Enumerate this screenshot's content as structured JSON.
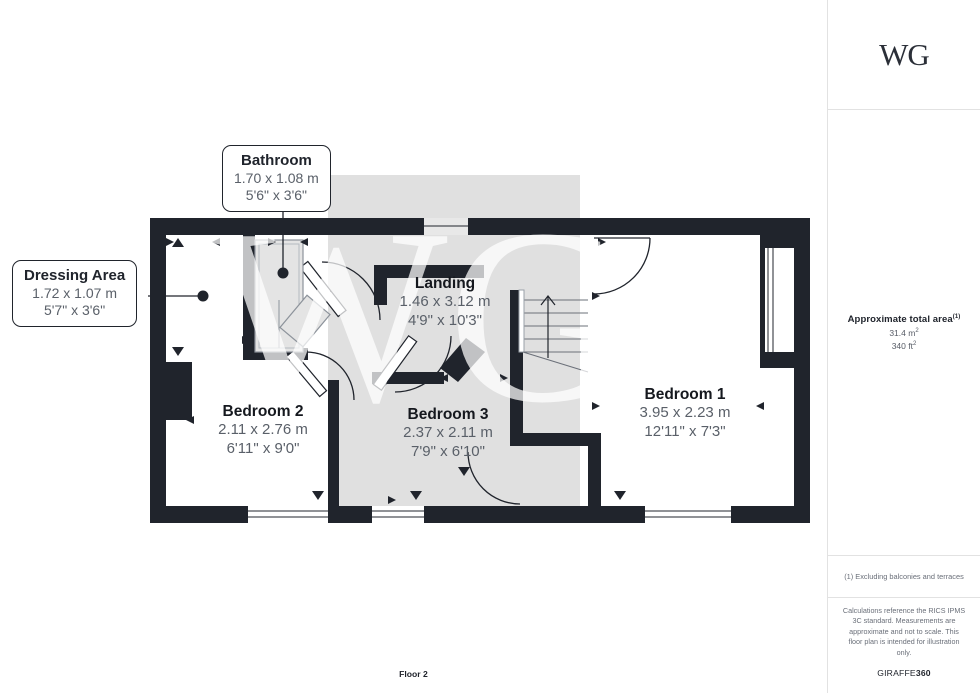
{
  "document": {
    "floor_label": "Floor 2",
    "watermark": "WG"
  },
  "sidebar": {
    "brand_logo": "WG",
    "area": {
      "title": "Approximate total area",
      "title_superscript": "(1)",
      "metric": "31.4 m",
      "metric_superscript": "2",
      "imperial": "340 ft",
      "imperial_superscript": "2"
    },
    "excluding_note": "(1) Excluding balconies and terraces",
    "disclaimer": "Calculations reference the RICS IPMS 3C standard. Measurements are approximate and not to scale. This floor plan is intended for illustration only.",
    "provider_prefix": "GIRAFFE",
    "provider_suffix": "360"
  },
  "callouts": [
    {
      "id": "bathroom",
      "name": "Bathroom",
      "dim_metric": "1.70 x 1.08 m",
      "dim_imperial": "5'6\" x 3'6\""
    },
    {
      "id": "dressing-area",
      "name": "Dressing Area",
      "dim_metric": "1.72 x 1.07 m",
      "dim_imperial": "5'7\" x 3'6\""
    }
  ],
  "rooms": [
    {
      "id": "landing",
      "name": "Landing",
      "dim_metric": "1.46 x 3.12 m",
      "dim_imperial": "4'9\" x 10'3\""
    },
    {
      "id": "bedroom-1",
      "name": "Bedroom 1",
      "dim_metric": "3.95 x 2.23 m",
      "dim_imperial": "12'11\" x 7'3\""
    },
    {
      "id": "bedroom-2",
      "name": "Bedroom 2",
      "dim_metric": "2.11 x 2.76 m",
      "dim_imperial": "6'11\" x 9'0\""
    },
    {
      "id": "bedroom-3",
      "name": "Bedroom 3",
      "dim_metric": "2.37 x 2.11 m",
      "dim_imperial": "7'9\" x 6'10\""
    }
  ],
  "colors": {
    "wall": "#20242c",
    "shaded_floor": "#e0e0e0",
    "open_floor": "#ffffff",
    "text_primary": "#20242c",
    "text_secondary": "#5a6069",
    "divider": "#e2e2e2",
    "page_background": "#ffffff"
  }
}
